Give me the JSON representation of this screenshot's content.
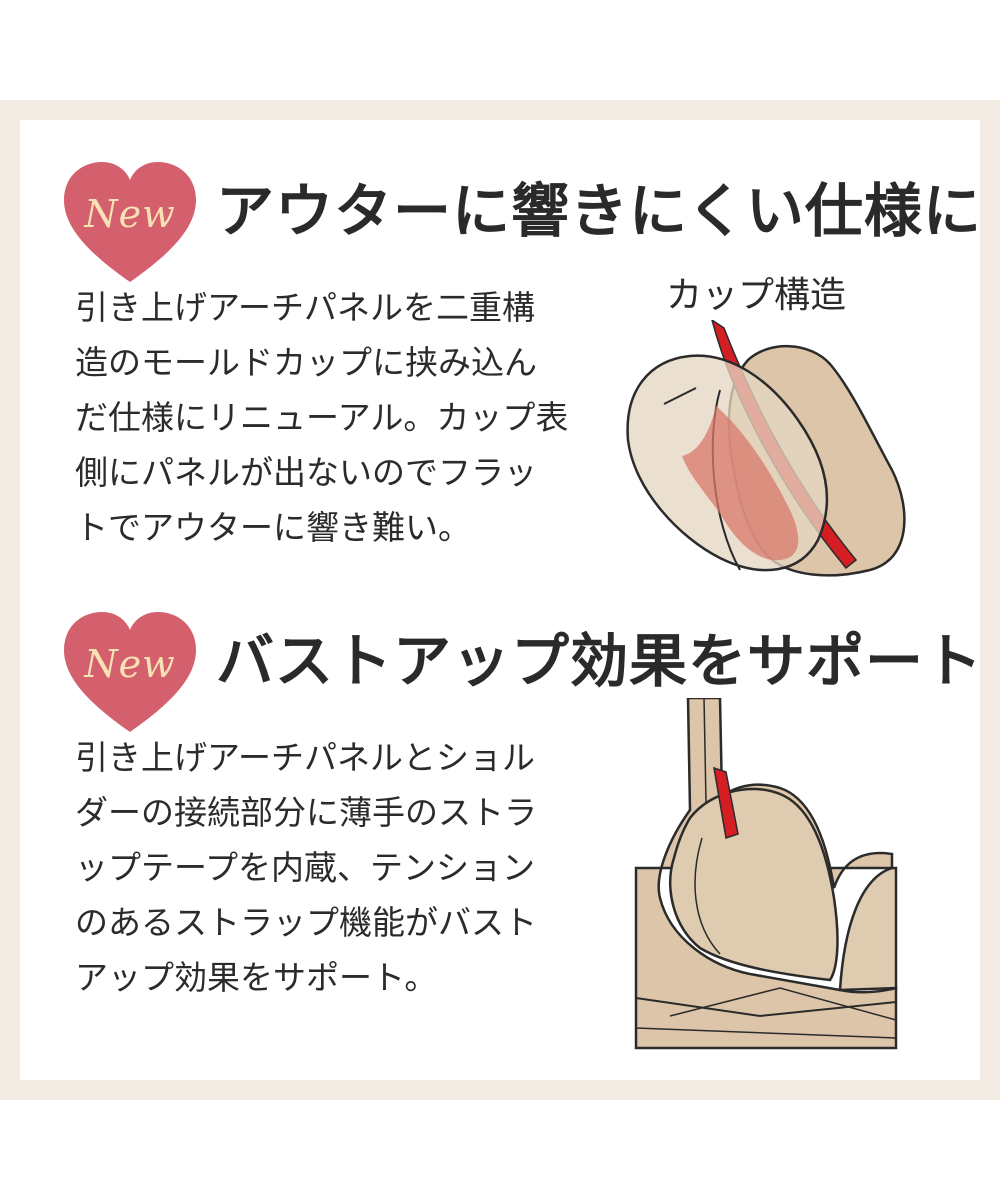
{
  "section1": {
    "badge": "New",
    "heading": "アウターに響きにくい仕様に",
    "body_lines": [
      "引き上げアーチパネルを二重構",
      "造のモールドカップに挟み込ん",
      "だ仕様にリニューアル。カップ表",
      "側にパネルが出ないのでフラッ",
      "トでアウターに響き難い。"
    ],
    "illustration_caption": "カップ構造"
  },
  "section2": {
    "badge": "New",
    "heading": "バストアップ効果をサポート",
    "body_lines": [
      "引き上げアーチパネルとショル",
      "ダーの接続部分に薄手のストラ",
      "ップテープを内蔵、テンション",
      "のあるストラップ機能がバスト",
      "アップ効果をサポート。"
    ]
  },
  "colors": {
    "heart": "#d4606e",
    "badge_text": "#f6e2b4",
    "beige": "#dcc5a8",
    "accent_red": "#d41e24",
    "frame": "#f3ece4"
  }
}
